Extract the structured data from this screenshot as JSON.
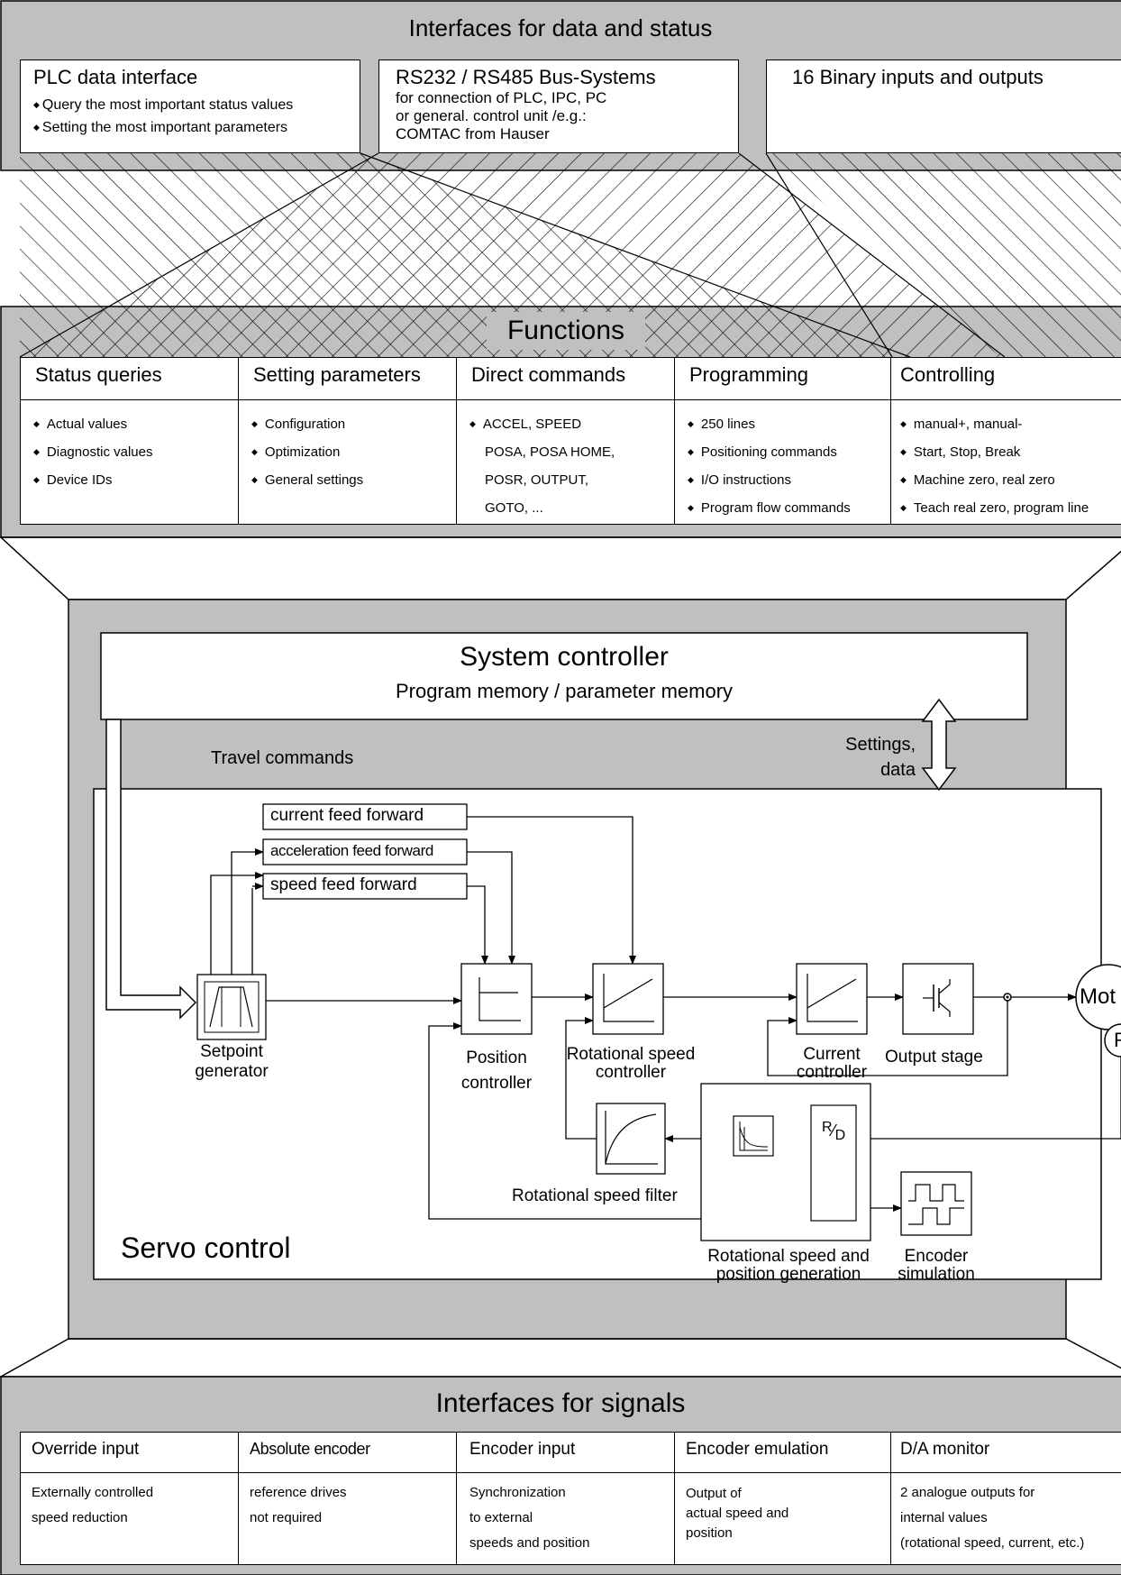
{
  "colors": {
    "panel": "#c0c0c0",
    "line": "#000000",
    "box": "#ffffff"
  },
  "top": {
    "title": "Interfaces for data and status",
    "plc": {
      "title": "PLC data interface",
      "items": [
        "Query the most important status values",
        "Setting the most important parameters"
      ]
    },
    "rs": {
      "title": "RS232 / RS485 Bus-Systems",
      "lines": [
        "for connection of PLC, IPC, PC",
        "or general. control unit /e.g.:",
        "COMTAC from Hauser"
      ]
    },
    "binary": {
      "title": "16 Binary inputs and outputs"
    }
  },
  "functions": {
    "title": "Functions",
    "columns": [
      {
        "header": "Status queries",
        "items": [
          "Actual values",
          "Diagnostic values",
          "Device IDs"
        ]
      },
      {
        "header": "Setting parameters",
        "items": [
          "Configuration",
          "Optimization",
          "General settings"
        ]
      },
      {
        "header": "Direct commands",
        "items": [
          "ACCEL, SPEED",
          "POSA, POSA HOME,",
          "POSR, OUTPUT,",
          "GOTO, ..."
        ]
      },
      {
        "header": "Programming",
        "items": [
          "250 lines",
          "Positioning commands",
          "I/O instructions",
          "Program flow commands"
        ]
      },
      {
        "header": "Controlling",
        "items": [
          "manual+, manual-",
          "Start, Stop, Break",
          "Machine zero, real zero",
          "Teach real zero, program line"
        ]
      }
    ]
  },
  "system": {
    "title": "System controller",
    "subtitle": "Program memory / parameter memory",
    "travel": "Travel commands",
    "settings": [
      "Settings,",
      "data"
    ]
  },
  "servo": {
    "title": "Servo control",
    "ff_current": "current feed forward",
    "ff_accel": "acceleration feed forward",
    "ff_speed": "speed feed forward",
    "setpoint": [
      "Setpoint",
      "generator"
    ],
    "position": [
      "Position",
      "controller"
    ],
    "rot_ctrl": [
      "Rotational speed",
      "controller"
    ],
    "current": [
      "Current",
      "controller"
    ],
    "output": "Output stage",
    "motor": "Mot",
    "resolver": "R",
    "filter": "Rotational speed filter",
    "rd_num": "R",
    "rd_den": "D",
    "gen": [
      "Rotational speed and",
      "position generation"
    ],
    "enc": [
      "Encoder",
      "simulation"
    ]
  },
  "bottom": {
    "title": "Interfaces for signals",
    "columns": [
      {
        "header": "Override input",
        "text": "Externally controlled\nspeed reduction"
      },
      {
        "header": "Absolute encoder",
        "text": "reference drives\nnot required"
      },
      {
        "header": "Encoder input",
        "text": "Synchronization\nto external\nspeeds and position"
      },
      {
        "header": "Encoder emulation",
        "text": "Output of\nactual speed and\nposition"
      },
      {
        "header": "D/A monitor",
        "text": "2 analogue outputs for\ninternal values\n(rotational speed, current, etc.)"
      }
    ]
  }
}
